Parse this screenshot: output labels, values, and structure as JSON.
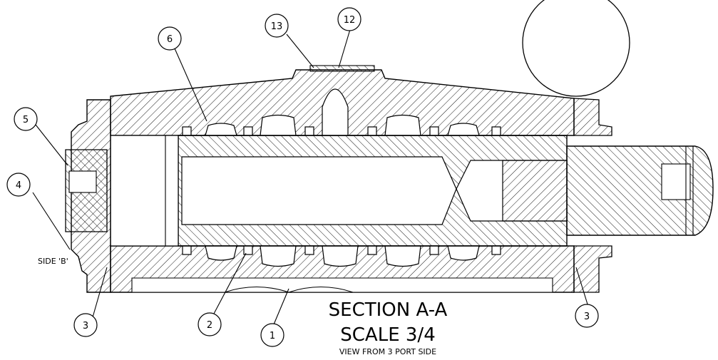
{
  "drawing": {
    "title": "SECTION A-A",
    "scale": "SCALE 3/4",
    "view_note": "VIEW FROM 3 PORT SIDE",
    "side_label": "SIDE 'B'"
  },
  "balloons": [
    "13",
    "12",
    "6",
    "5",
    "4",
    "3",
    "2",
    "1",
    "3"
  ]
}
